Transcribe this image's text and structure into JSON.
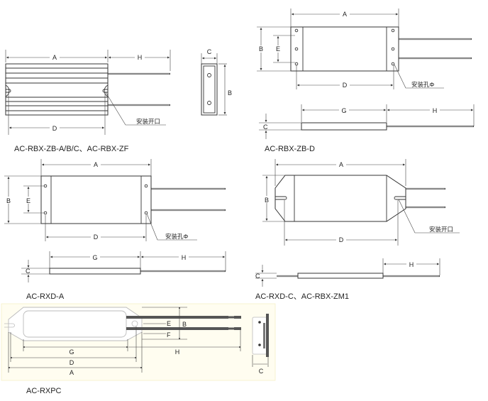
{
  "diagrams": [
    {
      "caption": "AC-RBX-ZB-A/B/C、AC-RBX-ZF",
      "dims": {
        "A": "A",
        "H": "H",
        "D": "D",
        "C": "C",
        "B": "B"
      },
      "callout": "安装开口"
    },
    {
      "caption": "AC-RBX-ZB-D",
      "dims": {
        "A": "A",
        "B": "B",
        "E": "E",
        "D": "D",
        "G": "G",
        "H": "H",
        "C": "C"
      },
      "callout": "安装孔Φ"
    },
    {
      "caption": "AC-RXD-A",
      "dims": {
        "A": "A",
        "B": "B",
        "E": "E",
        "D": "D",
        "G": "G",
        "H": "H",
        "C": "C"
      },
      "callout": "安装孔Φ"
    },
    {
      "caption": "AC-RXD-C、AC-RBX-ZM1",
      "dims": {
        "A": "A",
        "B": "B",
        "D": "D",
        "H": "H",
        "C": "C"
      },
      "callout": "安装开口"
    },
    {
      "caption": "AC-RXPC",
      "dims": {
        "E": "E",
        "B": "B",
        "F": "F",
        "G": "G",
        "H": "H",
        "D": "D",
        "A": "A",
        "C": "C"
      }
    }
  ]
}
